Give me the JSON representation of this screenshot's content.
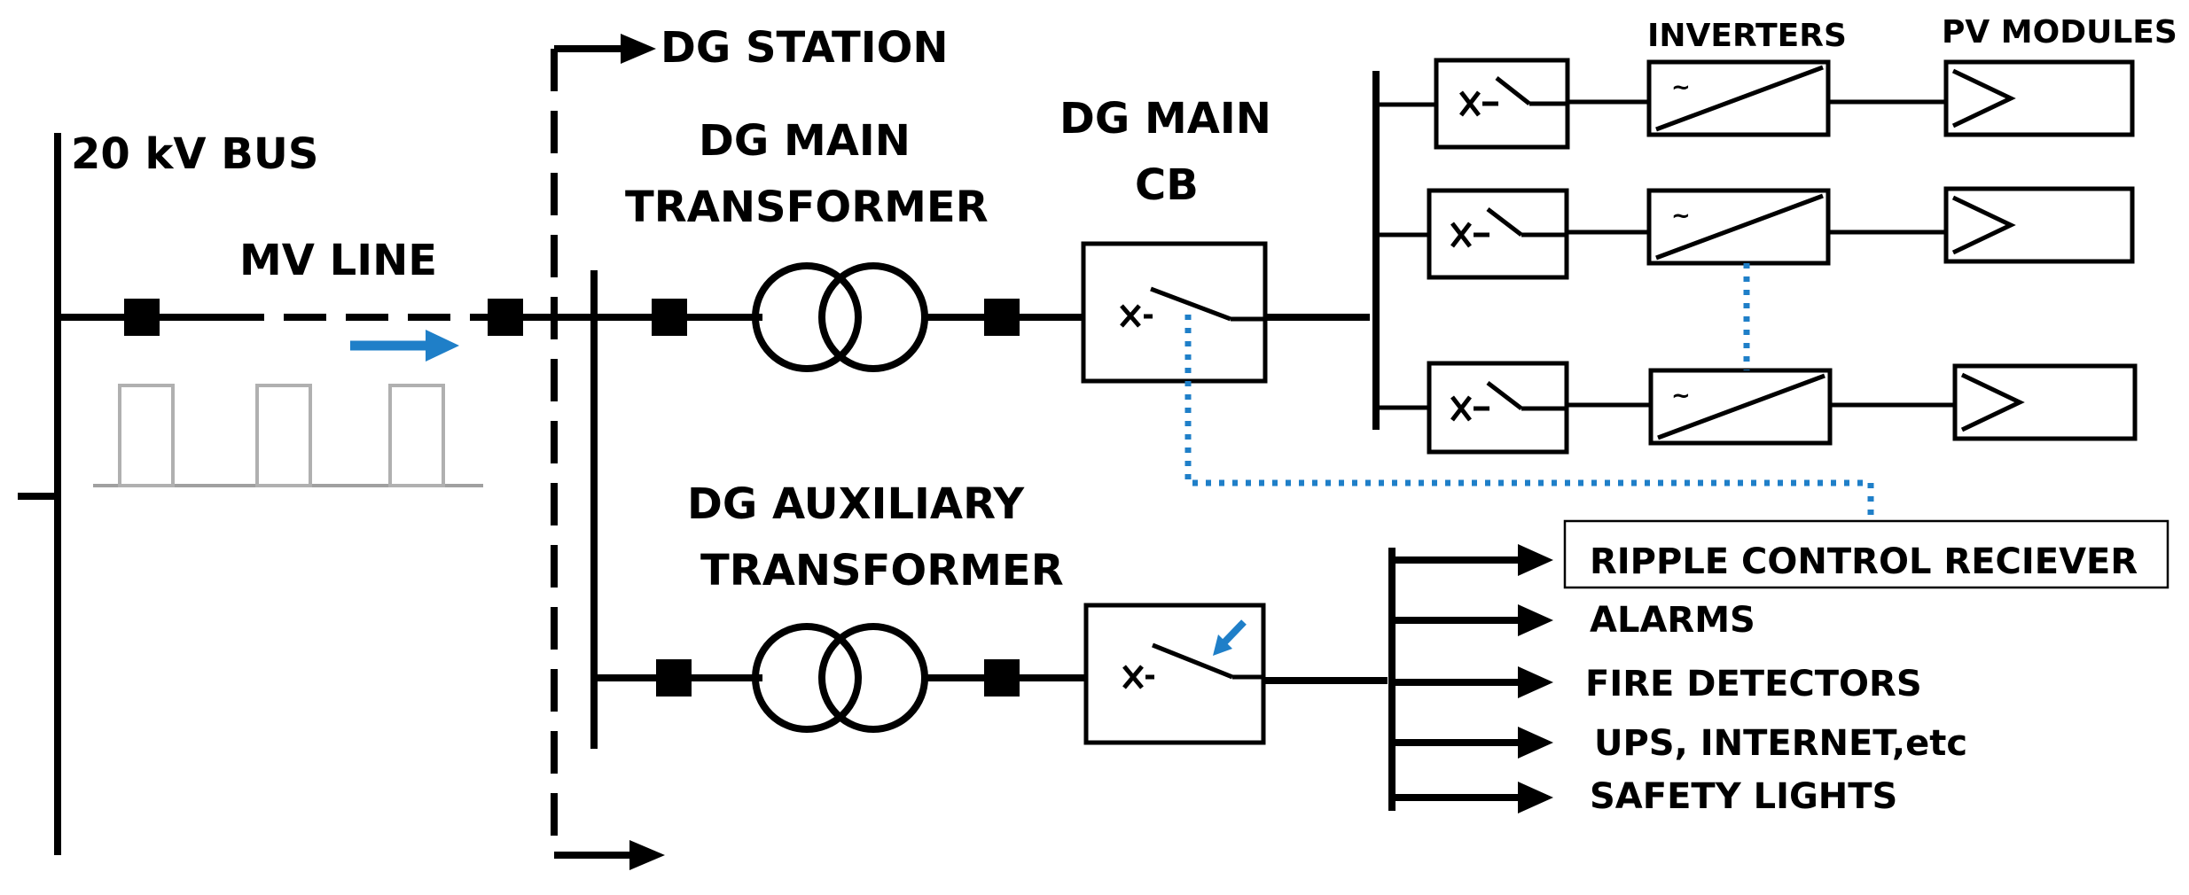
{
  "labels": {
    "bus": "20 kV BUS",
    "mv_line": "MV LINE",
    "dg_station": "DG STATION",
    "dg_main_transformer_1": "DG MAIN",
    "dg_main_transformer_2": "TRANSFORMER",
    "dg_main_cb_1": "DG MAIN",
    "dg_main_cb_2": "CB",
    "dg_aux_transformer_1": "DG AUXILIARY",
    "dg_aux_transformer_2": "TRANSFORMER",
    "inverters": "INVERTERS",
    "pv_modules": "PV MODULES",
    "inverter_symbol": "~"
  },
  "aux_loads": [
    "RIPPLE CONTROL RECIEVER",
    "ALARMS",
    "FIRE DETECTORS",
    "UPS, INTERNET,etc",
    "SAFETY LIGHTS"
  ],
  "colors": {
    "line": "#000000",
    "accent_blue": "#1f7fc8",
    "pulse_gray": "#a0a0a0"
  }
}
